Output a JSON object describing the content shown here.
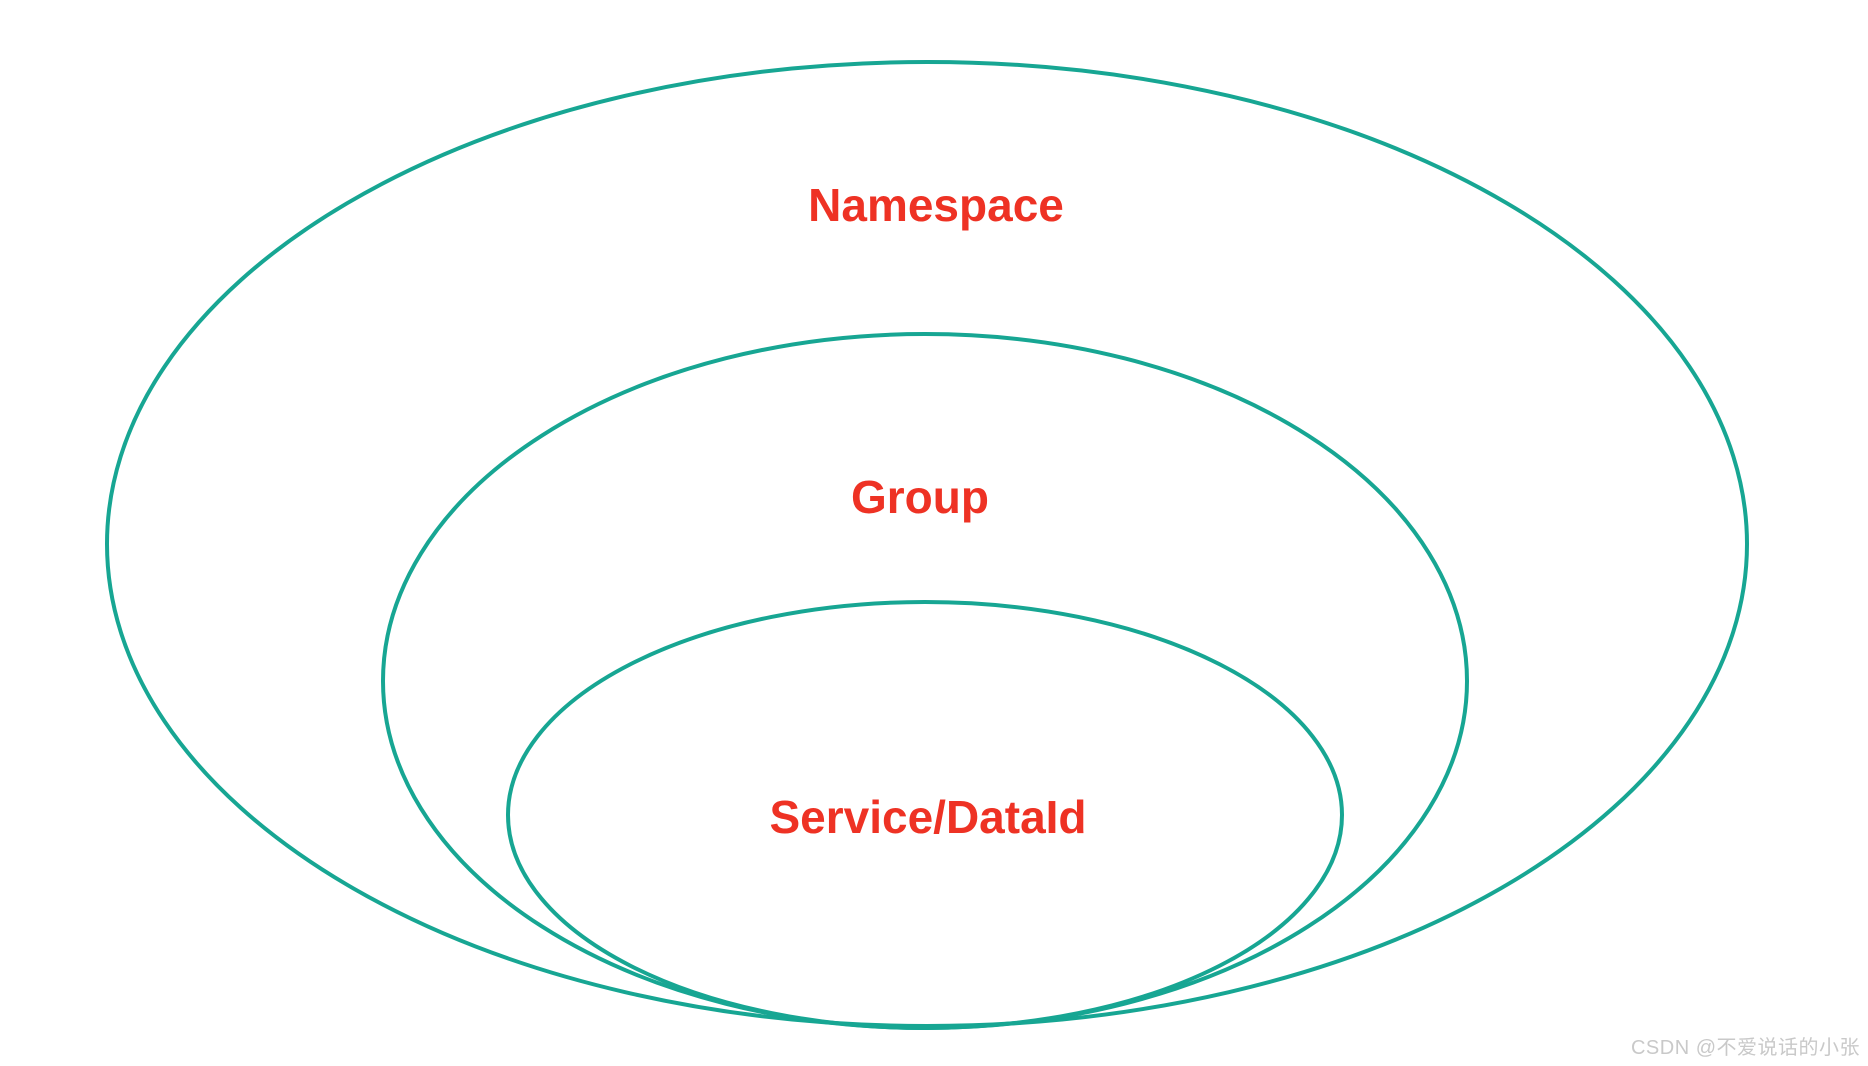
{
  "diagram": {
    "type": "nested-ellipses",
    "stroke_color": "#17a693",
    "label_color": "#ee3224",
    "labels": {
      "namespace": "Namespace",
      "group": "Group",
      "service": "Service/DataId"
    },
    "hierarchy": [
      "Namespace",
      "Group",
      "Service/DataId"
    ]
  },
  "watermark": {
    "text": "CSDN @不爱说话的小张",
    "color": "#c9c9c9"
  }
}
